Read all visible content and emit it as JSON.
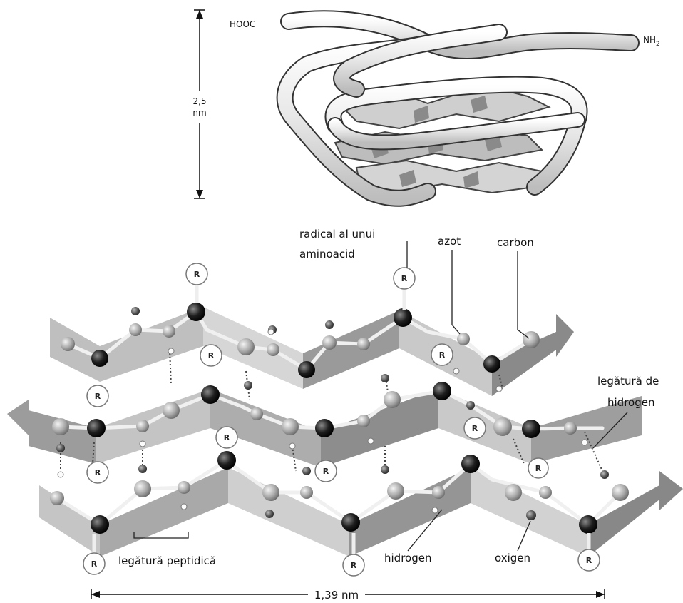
{
  "top": {
    "cooh": "HOOC",
    "nh2_main": "NH",
    "nh2_sub": "2",
    "height_value": "2,5",
    "height_unit": "nm"
  },
  "labels": {
    "radical_line1": "radical al unui",
    "radical_line2": "aminoacid",
    "azot": "azot",
    "carbon": "carbon",
    "hbond_line1": "legătură de",
    "hbond_line2": "hidrogen",
    "peptide": "legătură peptidică",
    "hidrogen": "hidrogen",
    "oxigen": "oxigen",
    "width": "1,39 nm",
    "r": "R"
  },
  "colors": {
    "ribbon_light": "#c8c8c8",
    "ribbon_dark": "#7a7a7a",
    "atom_n": "#1a1a1a",
    "atom_c": "#a8a8a8",
    "atom_o": "#555555",
    "atom_h": "#f2f2f2"
  }
}
